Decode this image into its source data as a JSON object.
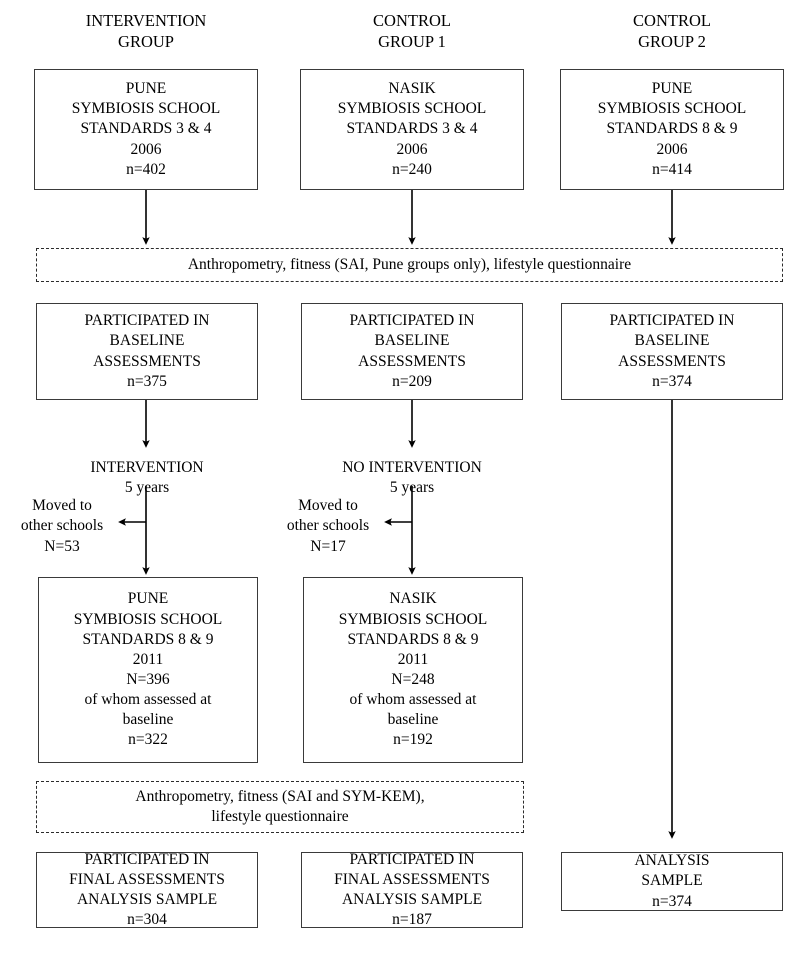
{
  "diagram": {
    "title": "Study flow diagram",
    "columns": [
      {
        "id": "intervention",
        "heading_line1": "INTERVENTION",
        "heading_line2": "GROUP"
      },
      {
        "id": "control1",
        "heading_line1": "CONTROL",
        "heading_line2": "GROUP 1"
      },
      {
        "id": "control2",
        "heading_line1": "CONTROL",
        "heading_line2": "GROUP 2"
      }
    ],
    "baseline_cohorts": [
      {
        "site": "PUNE",
        "school": "SYMBIOSIS SCHOOL",
        "standards": "STANDARDS 3 & 4",
        "year": "2006",
        "count": "n=402"
      },
      {
        "site": "NASIK",
        "school": "SYMBIOSIS SCHOOL",
        "standards": "STANDARDS 3 & 4",
        "year": "2006",
        "count": "n=240"
      },
      {
        "site": "PUNE",
        "school": "SYMBIOSIS SCHOOL",
        "standards": "STANDARDS 8 & 9",
        "year": "2006",
        "count": "n=414"
      }
    ],
    "assessment_note_top": "Anthropometry, fitness (SAI, Pune groups only), lifestyle questionnaire",
    "baseline_participation": [
      {
        "line1": "PARTICIPATED IN",
        "line2": "BASELINE",
        "line3": "ASSESSMENTS",
        "count": "n=375"
      },
      {
        "line1": "PARTICIPATED IN",
        "line2": "BASELINE",
        "line3": "ASSESSMENTS",
        "count": "n=209"
      },
      {
        "line1": "PARTICIPATED IN",
        "line2": "BASELINE",
        "line3": "ASSESSMENTS",
        "count": "n=374"
      }
    ],
    "followup_phase": [
      {
        "name": "INTERVENTION",
        "duration": "5 years"
      },
      {
        "name": "NO INTERVENTION",
        "duration": "5 years"
      }
    ],
    "attrition": [
      {
        "line1": "Moved to",
        "line2": "other schools",
        "count": "N=53"
      },
      {
        "line1": "Moved to",
        "line2": "other schools",
        "count": "N=17"
      }
    ],
    "followup_cohorts": [
      {
        "site": "PUNE",
        "school": "SYMBIOSIS SCHOOL",
        "standards": "STANDARDS 8 & 9",
        "year": "2011",
        "total": "N=396",
        "subnote1": "of whom assessed at",
        "subnote2": "baseline",
        "count": "n=322"
      },
      {
        "site": "NASIK",
        "school": "SYMBIOSIS SCHOOL",
        "standards": "STANDARDS 8 & 9",
        "year": "2011",
        "total": "N=248",
        "subnote1": "of whom assessed at",
        "subnote2": "baseline",
        "count": "n=192"
      }
    ],
    "assessment_note_bottom_line1": "Anthropometry, fitness (SAI and SYM-KEM),",
    "assessment_note_bottom_line2": "lifestyle questionnaire",
    "final_samples": [
      {
        "line1": "PARTICIPATED IN",
        "line2": "FINAL ASSESSMENTS",
        "line3": "ANALYSIS SAMPLE",
        "count": "n=304"
      },
      {
        "line1": "PARTICIPATED IN",
        "line2": "FINAL ASSESSMENTS",
        "line3": "ANALYSIS SAMPLE",
        "count": "n=187"
      },
      {
        "line1": "ANALYSIS",
        "line2": "SAMPLE",
        "line3": "",
        "count": "n=374"
      }
    ],
    "colors": {
      "stroke": "#3a3a3a",
      "dashed_stroke": "#2b2b2b",
      "text": "#000000",
      "background": "#ffffff"
    }
  }
}
